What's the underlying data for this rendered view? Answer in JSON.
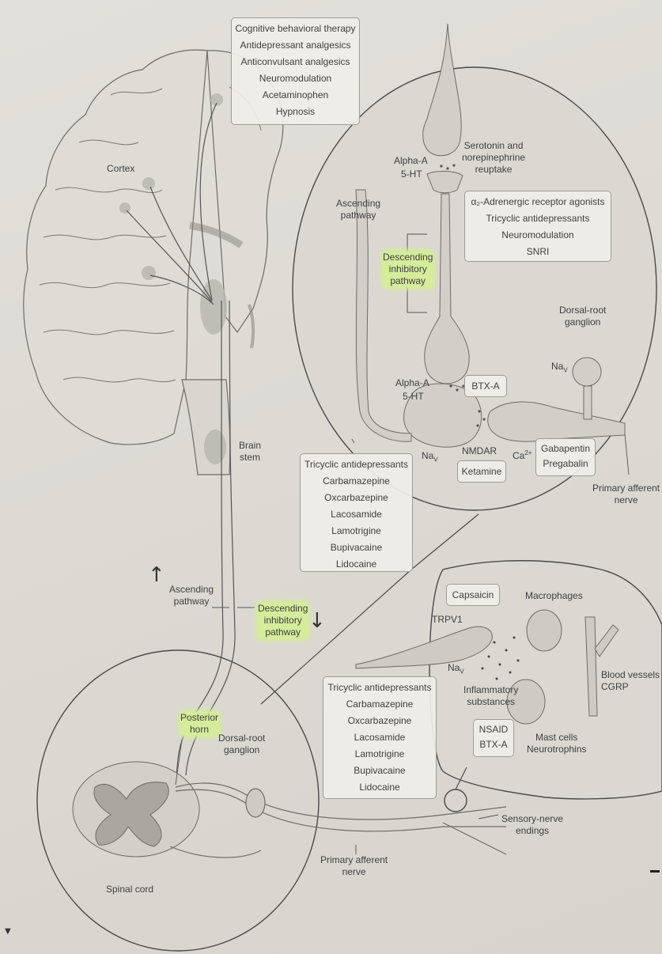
{
  "brain": {
    "cortex": "Cortex",
    "brain_stem": [
      "Brain",
      "stem"
    ]
  },
  "treatments_top": [
    "Cognitive behavioral therapy",
    "Antidepressant analgesics",
    "Anticonvulsant analgesics",
    "Neuromodulation",
    "Acetaminophen",
    "Hypnosis"
  ],
  "synapse_top": {
    "alpha_a": "Alpha-A",
    "five_ht": "5-HT",
    "reuptake": [
      "Serotonin and",
      "norepinephrine",
      "reuptake"
    ]
  },
  "adrenergic_box": [
    "α₂-Adrenergic receptor agonists",
    "Tricyclic antidepressants",
    "Neuromodulation",
    "SNRI"
  ],
  "ascending_inset": [
    "Ascending",
    "pathway"
  ],
  "descending_inset": [
    "Descending",
    "inhibitory",
    "pathway"
  ],
  "drg_inset": [
    "Dorsal-root",
    "ganglion"
  ],
  "nav": "Na",
  "nav_sub": "V",
  "synapse_bottom": {
    "alpha_a": "Alpha-A",
    "five_ht": "5-HT",
    "btx": "BTX-A",
    "nmdar": "NMDAR",
    "ketamine": "Ketamine",
    "ca": "Ca",
    "ca_sup": "2+"
  },
  "gabapentin_box": [
    "Gabapentin",
    "Pregabalin"
  ],
  "primary_afferent_inset": [
    "Primary afferent",
    "nerve"
  ],
  "drugs_mid": [
    "Tricyclic antidepressants",
    "Carbamazepine",
    "Oxcarbazepine",
    "Lacosamide",
    "Lamotrigine",
    "Bupivacaine",
    "Lidocaine"
  ],
  "pathways_main": {
    "ascending": [
      "Ascending",
      "pathway"
    ],
    "descending": [
      "Descending",
      "inhibitory",
      "pathway"
    ]
  },
  "periphery": {
    "capsaicin": "Capsaicin",
    "trpv1": "TRPV1",
    "macrophages": "Macrophages",
    "blood_vessels": [
      "Blood vessels",
      "CGRP"
    ],
    "inflammatory": [
      "Inflammatory",
      "substances"
    ],
    "nsaid_box": [
      "NSAID",
      "BTX-A"
    ],
    "mast": [
      "Mast cells",
      "Neurotrophins"
    ]
  },
  "drugs_low": [
    "Tricyclic antidepressants",
    "Carbamazepine",
    "Oxcarbazepine",
    "Lacosamide",
    "Lamotrigine",
    "Bupivacaine",
    "Lidocaine"
  ],
  "spinal": {
    "posterior_horn": [
      "Posterior",
      "horn"
    ],
    "drg": [
      "Dorsal-root",
      "ganglion"
    ],
    "spinal_cord": "Spinal cord",
    "primary_afferent": [
      "Primary afferent",
      "nerve"
    ],
    "sensory_endings": [
      "Sensory-nerve",
      "endings"
    ]
  },
  "colors": {
    "highlight": "#d5ec9a",
    "background": "#dcdad3",
    "line": "#555555"
  },
  "icons": [
    "up-arrow-icon",
    "down-arrow-icon",
    "corner-triangle-icon"
  ]
}
